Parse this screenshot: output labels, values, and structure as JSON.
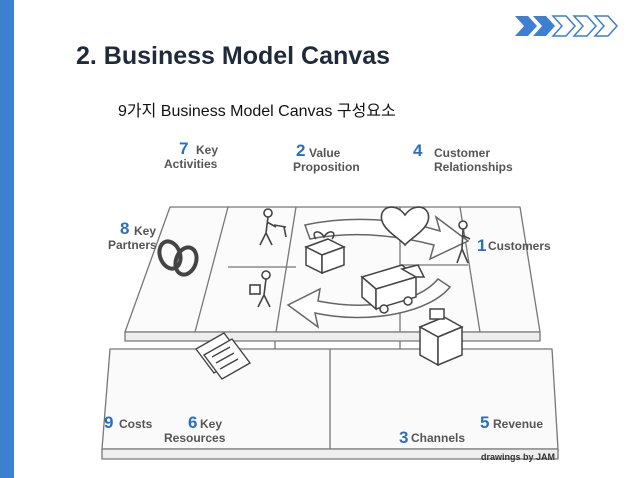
{
  "slide": {
    "title": "2. Business Model Canvas",
    "subtitle": "9가지 Business Model Canvas 구성요소",
    "accent_color": "#3d7fd0",
    "number_color": "#2a6fbf"
  },
  "canvas": {
    "blocks": [
      {
        "number": "7",
        "line1": "Key",
        "line2": "Activities"
      },
      {
        "number": "2",
        "line1": "Value",
        "line2": "Proposition"
      },
      {
        "number": "4",
        "line1": "Customer",
        "line2": "Relationships"
      },
      {
        "number": "8",
        "line1": "Key",
        "line2": "Partners"
      },
      {
        "number": "1",
        "line1": "Customers",
        "line2": ""
      },
      {
        "number": "9",
        "line1": "Costs",
        "line2": ""
      },
      {
        "number": "6",
        "line1": "Key",
        "line2": "Resources"
      },
      {
        "number": "3",
        "line1": "Channels",
        "line2": ""
      },
      {
        "number": "5",
        "line1": "Revenue",
        "line2": ""
      }
    ],
    "credit": "drawings by JAM"
  }
}
